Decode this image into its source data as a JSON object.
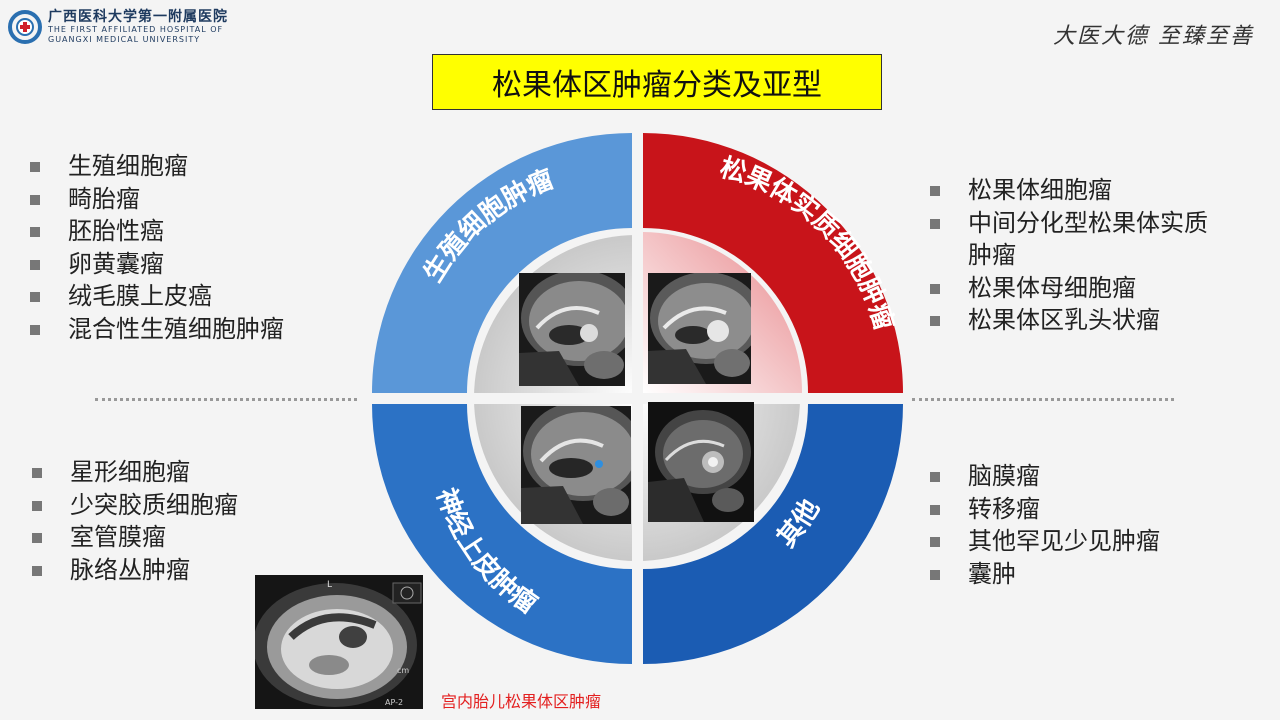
{
  "header": {
    "hospital_cn": "广西医科大学第一附属医院",
    "hospital_en_line1": "THE FIRST AFFILIATED HOSPITAL OF",
    "hospital_en_line2": "GUANGXI MEDICAL UNIVERSITY",
    "motto": "大医大德 至臻至善"
  },
  "title": "松果体区肿瘤分类及亚型",
  "quadrants": {
    "top_left": {
      "label": "生殖细胞肿瘤",
      "color": "#5a97d8"
    },
    "top_right": {
      "label": "松果体实质细胞肿瘤",
      "color": "#c8141a"
    },
    "bottom_left": {
      "label": "神经上皮肿瘤",
      "color": "#2c72c5"
    },
    "bottom_right": {
      "label": "其他",
      "color": "#1b5cb3"
    }
  },
  "lists": {
    "top_left": [
      "生殖细胞瘤",
      "畸胎瘤",
      "胚胎性癌",
      "卵黄囊瘤",
      "绒毛膜上皮癌",
      "混合性生殖细胞肿瘤"
    ],
    "top_right": [
      "松果体细胞瘤",
      "中间分化型松果体实质肿瘤",
      "松果体母细胞瘤",
      "松果体区乳头状瘤"
    ],
    "bottom_left": [
      "星形细胞瘤",
      "少突胶质细胞瘤",
      "室管膜瘤",
      "脉络丛肿瘤"
    ],
    "bottom_right": [
      "脑膜瘤",
      "转移瘤",
      "其他罕见少见肿瘤",
      "囊肿"
    ]
  },
  "fetal": {
    "caption": "宫内胎儿松果体区肿瘤",
    "mark_L": "L",
    "mark_cm": "cm",
    "mark_ap": "AP-2"
  }
}
